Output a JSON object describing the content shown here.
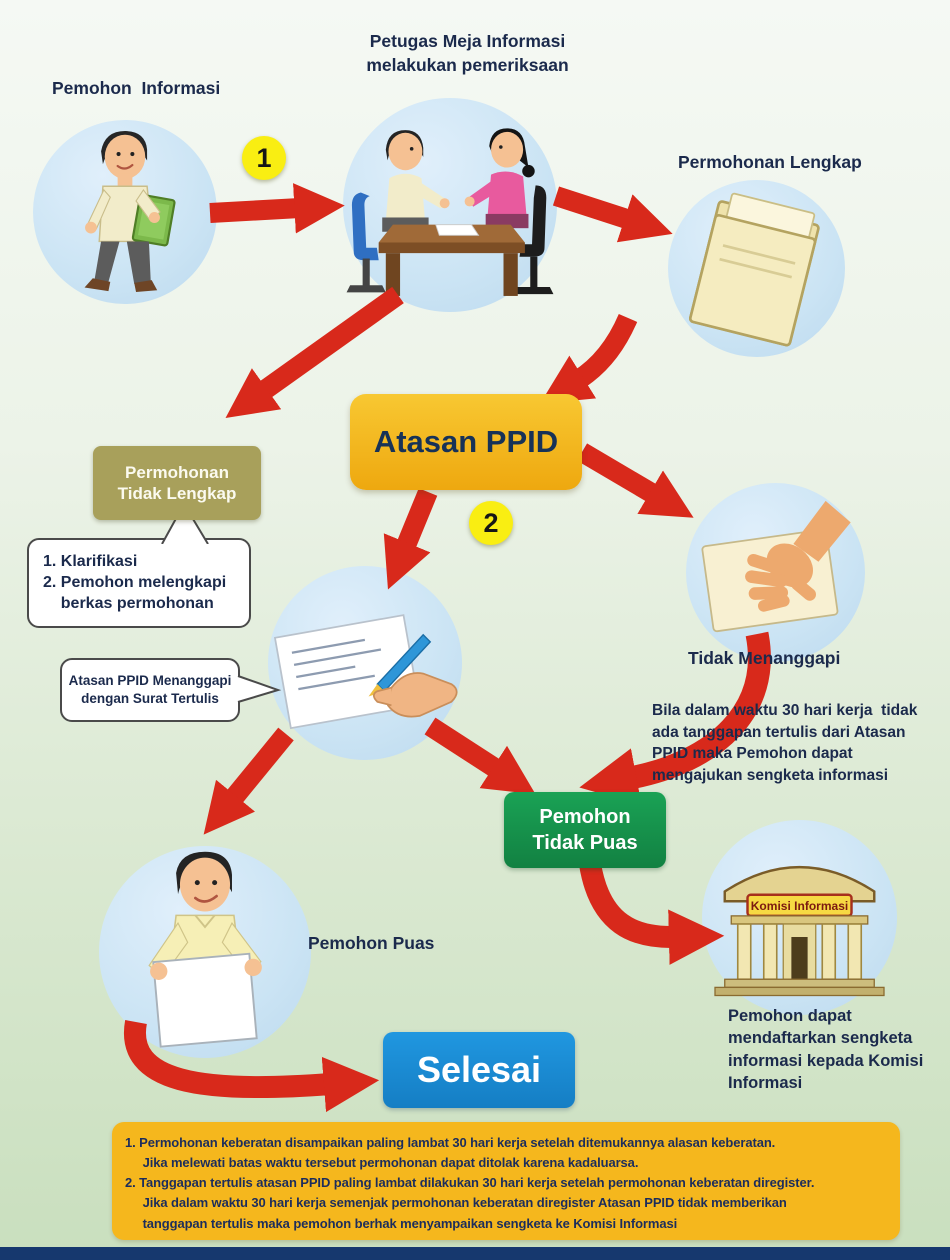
{
  "labels": {
    "pemohon_informasi": "Pemohon  Informasi",
    "petugas_meja": "Petugas Meja Informasi\nmelakukan pemeriksaan",
    "permohonan_lengkap": "Permohonan Lengkap",
    "atasan_ppid": "Atasan PPID",
    "step_1": "1",
    "step_2": "2",
    "permohonan_tidak_lengkap": "Permohonan\nTidak Lengkap",
    "klarifikasi_bubble": "1. Klarifikasi\n2. Pemohon melengkapi\n    berkas permohonan",
    "menanggapi_bubble": "Atasan PPID Menanggapi\ndengan Surat Tertulis",
    "tidak_menanggapi": "Tidak Menanggapi",
    "sengketa_note": "Bila dalam waktu 30 hari kerja  tidak\nada tanggapan tertulis dari Atasan\nPPID maka Pemohon dapat\nmengajukan sengketa informasi",
    "pemohon_tidak_puas": "Pemohon\nTidak Puas",
    "pemohon_puas": "Pemohon Puas",
    "komisi_sign": "Komisi Informasi",
    "pendaftaran_note": "Pemohon dapat\nmendaftarkan sengketa\ninformasi kepada Komisi\nInformasi",
    "selesai": "Selesai",
    "footnote": "1. Permohonan keberatan disampaikan paling lambat 30 hari kerja setelah ditemukannya alasan keberatan.\n     Jika melewati batas waktu tersebut permohonan dapat ditolak karena kadaluarsa.\n2. Tanggapan tertulis atasan PPID paling lambat dilakukan 30 hari kerja setelah permohonan keberatan diregister.\n     Jika dalam waktu 30 hari kerja semenjak permohonan keberatan diregister Atasan PPID tidak memberikan\n     tanggapan tertulis maka pemohon berhak menyampaikan sengketa ke Komisi Informasi"
  },
  "colors": {
    "arrow_red": "#d8291b",
    "circle_blue": "#cbe4f4",
    "badge_yellow": "#f9ee12",
    "atasan_gold": "#f2b020",
    "olive_box": "#a8a05b",
    "green_box": "#17994f",
    "selesai_blue": "#1b8ed8",
    "footnote_yellow": "#f5b71d",
    "footer_navy": "#16386e",
    "text_navy": "#1b2a4c"
  }
}
